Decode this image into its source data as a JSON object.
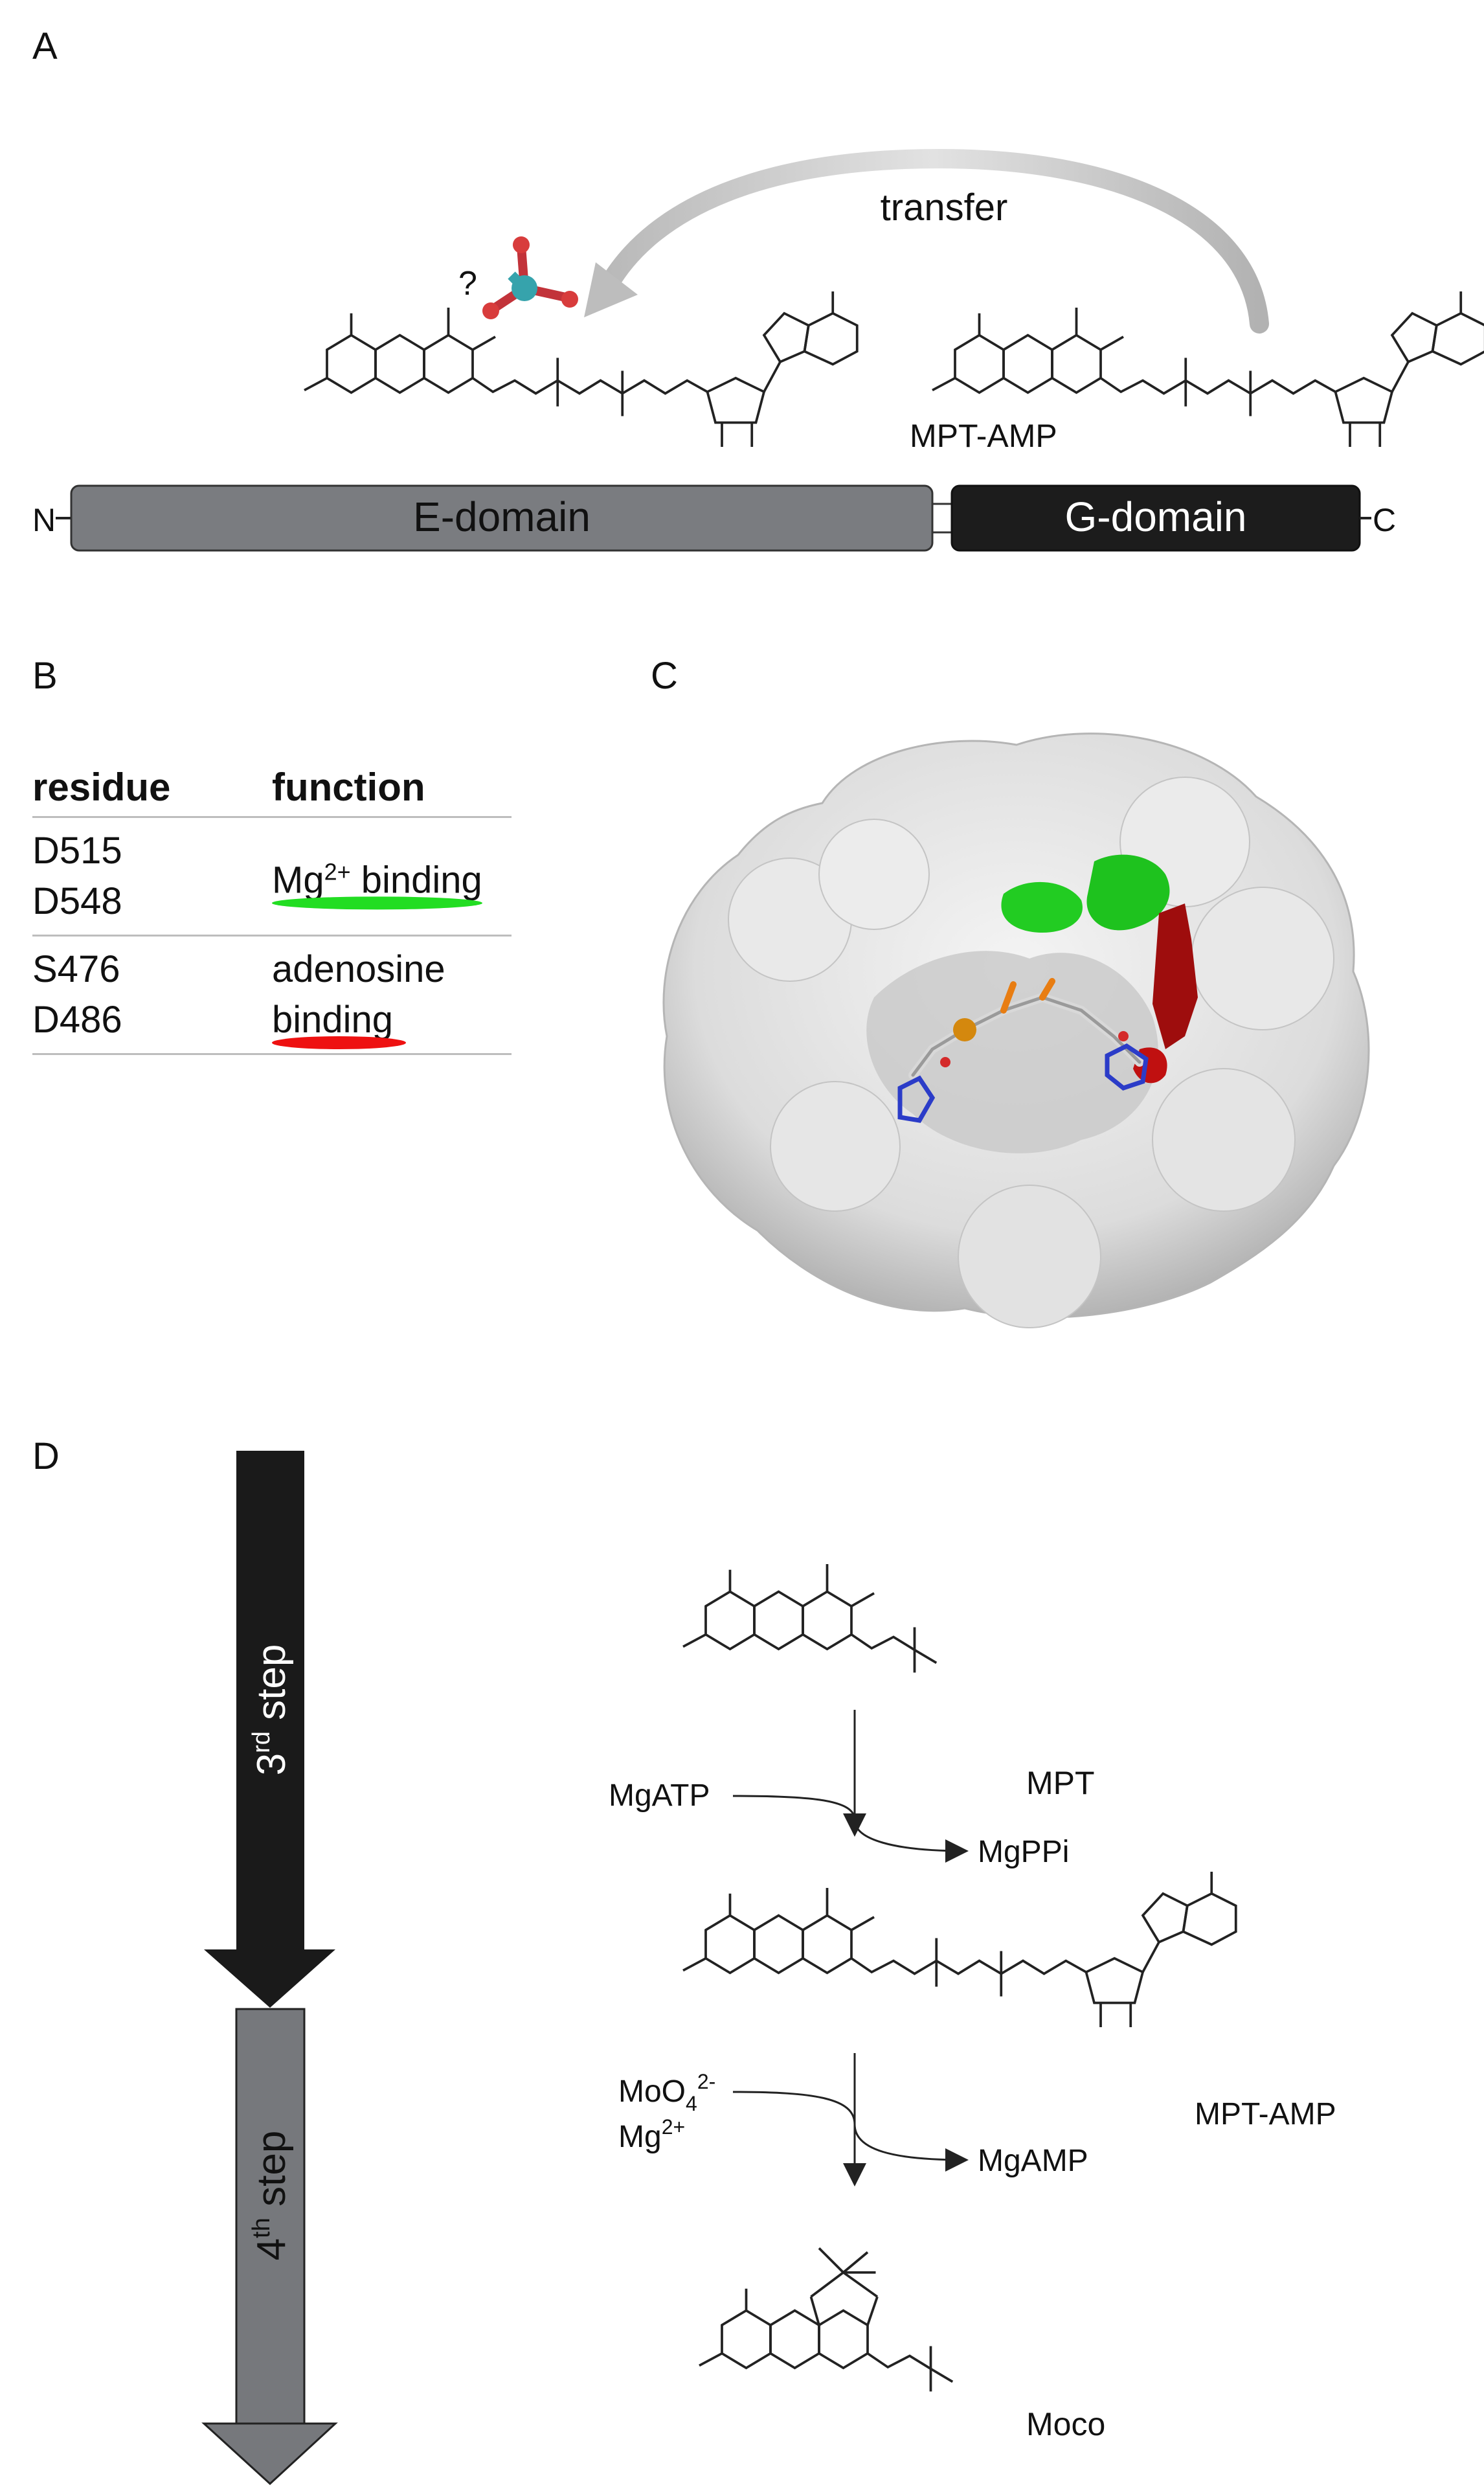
{
  "panels": {
    "a": "A",
    "b": "B",
    "c": "C",
    "d": "D"
  },
  "panel_a": {
    "transfer_label": "transfer",
    "question_mark": "?",
    "product_label": "MPT-AMP",
    "n_terminus": "N",
    "c_terminus": "C",
    "e_domain_label": "E-domain",
    "g_domain_label": "G-domain"
  },
  "panel_b": {
    "header_residue": "residue",
    "header_function": "function",
    "rows": [
      {
        "residues": [
          "D515",
          "D548"
        ],
        "function_prefix": "Mg",
        "function_sup": "2+",
        "function_suffix": " binding",
        "highlight_color": "#22dd22"
      },
      {
        "residues": [
          "S476",
          "D486"
        ],
        "function_line1": "adenosine",
        "function_line2": "binding",
        "highlight_color": "#ee1111"
      }
    ]
  },
  "panel_d": {
    "step3": {
      "prefix": "3",
      "sup": "rd",
      "suffix": " step"
    },
    "step4": {
      "prefix": "4",
      "sup": "th",
      "suffix": " step"
    },
    "mpt_label": "MPT",
    "mgatp_label": "MgATP",
    "mgppi_label": "MgPPi",
    "moo4_base": "MoO",
    "moo4_sub": "4",
    "moo4_sup": "2-",
    "mg_base": "Mg",
    "mg_sup": "2+",
    "mgamp_label": "MgAMP",
    "mptamp_label": "MPT-AMP",
    "moco_label": "Moco"
  },
  "colors": {
    "e_domain": "#7a7c80",
    "g_domain": "#1c1c1c",
    "step3_arrow": "#1a1a1a",
    "step4_arrow": "#76787c",
    "mg_binding_surface": "#1ec21e",
    "adenosine_binding_surface": "#a50d0d",
    "surface": "#e6e6e6"
  }
}
